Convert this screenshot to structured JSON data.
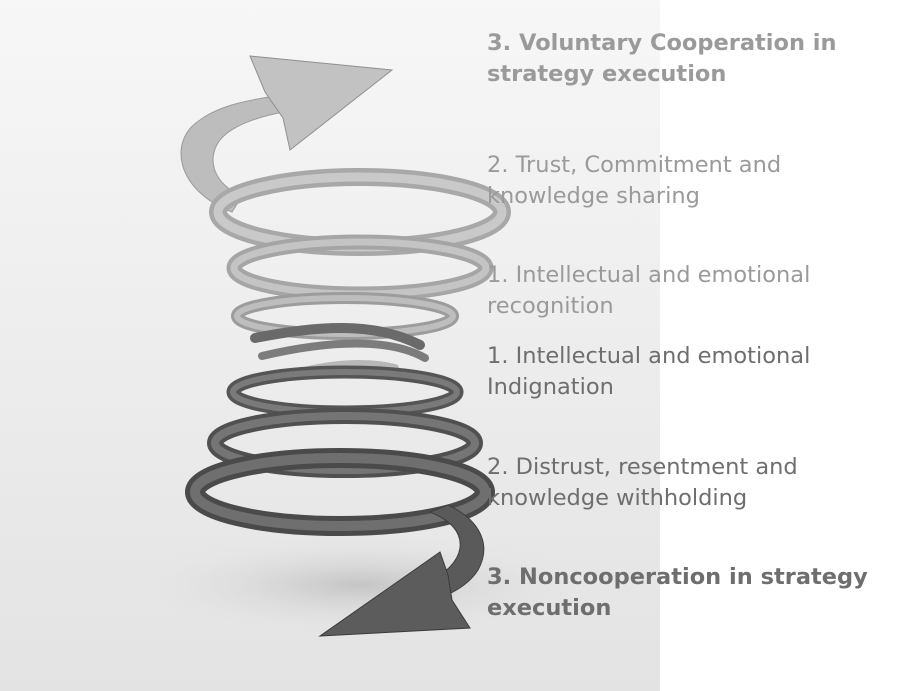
{
  "spiral_image": {
    "icon": "spiral-arrow",
    "colors": {
      "background_top": "#f7f7f7",
      "background_bottom": "#e3e3e3",
      "upper_ribbon": "#b8b8b8",
      "lower_ribbon": "#5e5e5e"
    }
  },
  "labels": {
    "voluntary_cooperation": "3. Voluntary Cooperation in strategy execution",
    "trust": "2. Trust, Commitment and knowledge sharing",
    "recognition": "1. Intellectual and emotional recognition",
    "indignation": "1. Intellectual and emotional Indignation",
    "distrust": "2. Distrust, resentment and knowledge withholding",
    "noncooperation": "3. Noncooperation in strategy execution"
  },
  "colors": {
    "label_light": "#9a9a9a",
    "label_dark": "#6e6e6e"
  }
}
